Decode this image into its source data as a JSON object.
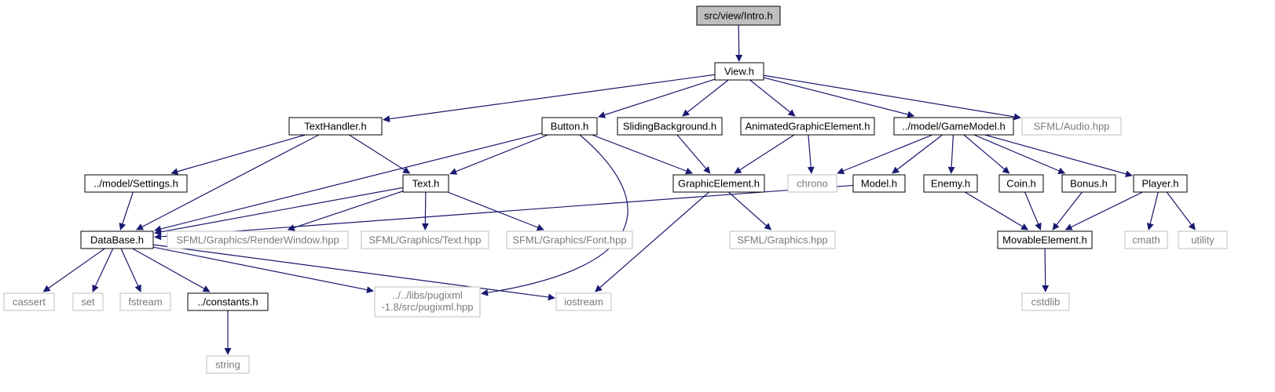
{
  "colors": {
    "edge": "#191970",
    "node_border": "#000000",
    "external_border": "#bfbfbf",
    "root_fill": "#bfbfbf",
    "node_fill": "#ffffff",
    "external_text": "#7a7a7a"
  },
  "nodes": [
    {
      "id": "intro",
      "label": "src/view/Intro.h",
      "kind": "root"
    },
    {
      "id": "view",
      "label": "View.h",
      "kind": "header"
    },
    {
      "id": "texthandler",
      "label": "TextHandler.h",
      "kind": "header"
    },
    {
      "id": "button",
      "label": "Button.h",
      "kind": "header"
    },
    {
      "id": "sliding",
      "label": "SlidingBackground.h",
      "kind": "header"
    },
    {
      "id": "animated",
      "label": "AnimatedGraphicElement.h",
      "kind": "header"
    },
    {
      "id": "gamemodel",
      "label": "../model/GameModel.h",
      "kind": "header"
    },
    {
      "id": "audio",
      "label": "SFML/Audio.hpp",
      "kind": "external"
    },
    {
      "id": "settings",
      "label": "../model/Settings.h",
      "kind": "header"
    },
    {
      "id": "text",
      "label": "Text.h",
      "kind": "header"
    },
    {
      "id": "graphicelement",
      "label": "GraphicElement.h",
      "kind": "header"
    },
    {
      "id": "chrono",
      "label": "chrono",
      "kind": "external"
    },
    {
      "id": "model",
      "label": "Model.h",
      "kind": "header"
    },
    {
      "id": "enemy",
      "label": "Enemy.h",
      "kind": "header"
    },
    {
      "id": "coin",
      "label": "Coin.h",
      "kind": "header"
    },
    {
      "id": "bonus",
      "label": "Bonus.h",
      "kind": "header"
    },
    {
      "id": "player",
      "label": "Player.h",
      "kind": "header"
    },
    {
      "id": "database",
      "label": "DataBase.h",
      "kind": "header"
    },
    {
      "id": "renderwindow",
      "label": "SFML/Graphics/RenderWindow.hpp",
      "kind": "external"
    },
    {
      "id": "sfmltext",
      "label": "SFML/Graphics/Text.hpp",
      "kind": "external"
    },
    {
      "id": "sfmlfont",
      "label": "SFML/Graphics/Font.hpp",
      "kind": "external"
    },
    {
      "id": "sfmlgraphics",
      "label": "SFML/Graphics.hpp",
      "kind": "external"
    },
    {
      "id": "movable",
      "label": "MovableElement.h",
      "kind": "header"
    },
    {
      "id": "cmath",
      "label": "cmath",
      "kind": "external"
    },
    {
      "id": "utility",
      "label": "utility",
      "kind": "external"
    },
    {
      "id": "cassert",
      "label": "cassert",
      "kind": "external"
    },
    {
      "id": "set",
      "label": "set",
      "kind": "external"
    },
    {
      "id": "fstream",
      "label": "fstream",
      "kind": "external"
    },
    {
      "id": "constants",
      "label": "../constants.h",
      "kind": "header"
    },
    {
      "id": "pugixml",
      "label": "../../libs/pugixml",
      "label2": "-1.8/src/pugixml.hpp",
      "kind": "external"
    },
    {
      "id": "iostream",
      "label": "iostream",
      "kind": "external"
    },
    {
      "id": "cstdlib",
      "label": "cstdlib",
      "kind": "external"
    },
    {
      "id": "string",
      "label": "string",
      "kind": "external"
    }
  ],
  "edges": [
    [
      "intro",
      "view"
    ],
    [
      "view",
      "texthandler"
    ],
    [
      "view",
      "button"
    ],
    [
      "view",
      "sliding"
    ],
    [
      "view",
      "animated"
    ],
    [
      "view",
      "gamemodel"
    ],
    [
      "view",
      "audio"
    ],
    [
      "texthandler",
      "settings"
    ],
    [
      "texthandler",
      "text"
    ],
    [
      "texthandler",
      "database"
    ],
    [
      "button",
      "text"
    ],
    [
      "button",
      "graphicelement"
    ],
    [
      "button",
      "database"
    ],
    [
      "button",
      "pugixml"
    ],
    [
      "sliding",
      "graphicelement"
    ],
    [
      "animated",
      "graphicelement"
    ],
    [
      "animated",
      "chrono"
    ],
    [
      "gamemodel",
      "chrono"
    ],
    [
      "gamemodel",
      "model"
    ],
    [
      "gamemodel",
      "enemy"
    ],
    [
      "gamemodel",
      "coin"
    ],
    [
      "gamemodel",
      "bonus"
    ],
    [
      "gamemodel",
      "player"
    ],
    [
      "settings",
      "database"
    ],
    [
      "text",
      "database"
    ],
    [
      "text",
      "renderwindow"
    ],
    [
      "text",
      "sfmltext"
    ],
    [
      "text",
      "sfmlfont"
    ],
    [
      "graphicelement",
      "sfmlgraphics"
    ],
    [
      "graphicelement",
      "iostream"
    ],
    [
      "model",
      "database"
    ],
    [
      "enemy",
      "movable"
    ],
    [
      "coin",
      "movable"
    ],
    [
      "bonus",
      "movable"
    ],
    [
      "player",
      "movable"
    ],
    [
      "player",
      "cmath"
    ],
    [
      "player",
      "utility"
    ],
    [
      "movable",
      "cstdlib"
    ],
    [
      "database",
      "cassert"
    ],
    [
      "database",
      "set"
    ],
    [
      "database",
      "fstream"
    ],
    [
      "database",
      "constants"
    ],
    [
      "database",
      "pugixml"
    ],
    [
      "database",
      "iostream"
    ],
    [
      "constants",
      "string"
    ]
  ]
}
